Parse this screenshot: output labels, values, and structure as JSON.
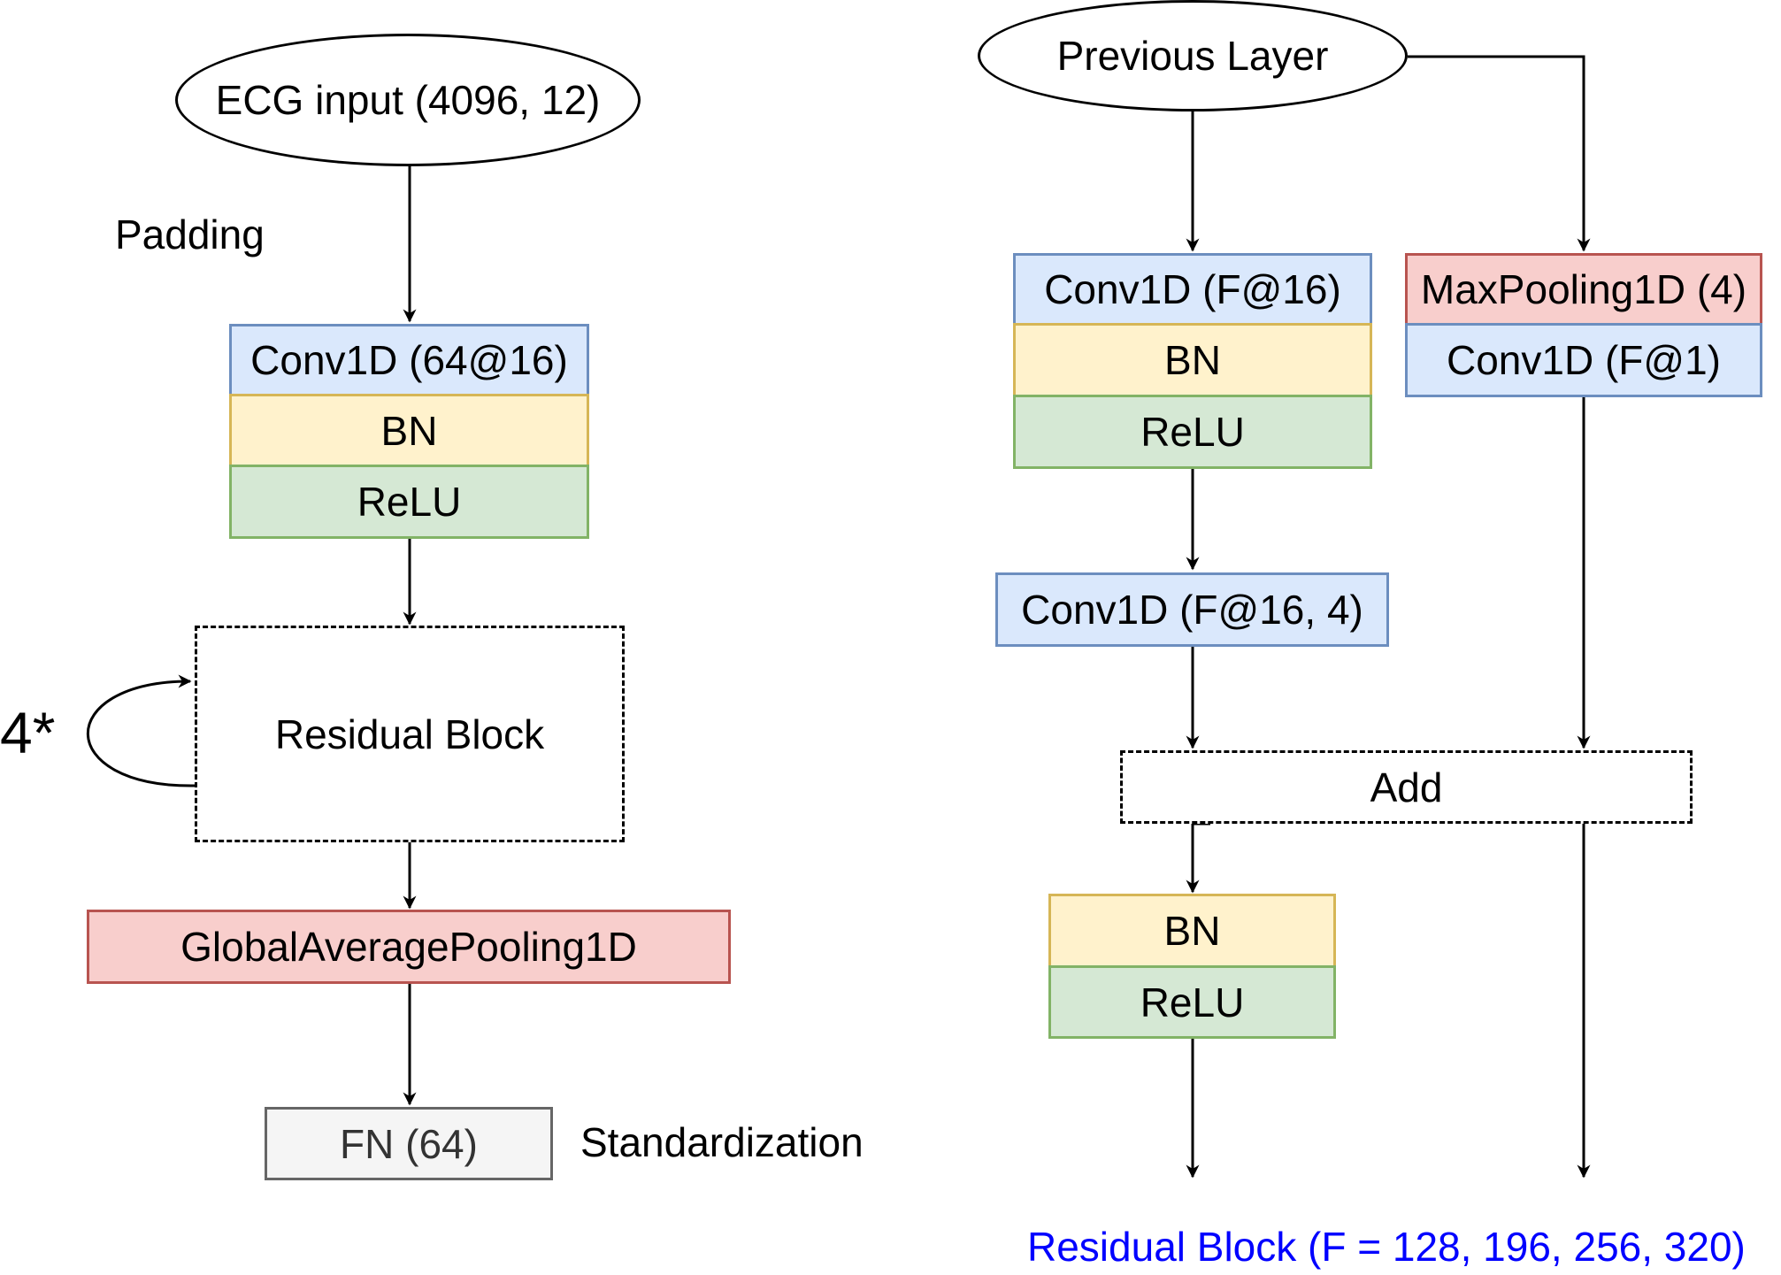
{
  "left": {
    "input": "ECG input (4096, 12)",
    "padding_label": "Padding",
    "conv": "Conv1D (64@16)",
    "bn": "BN",
    "relu": "ReLU",
    "residual_block": "Residual Block",
    "repeat_label": "4*",
    "pooling": "GlobalAveragePooling1D",
    "fn": "FN (64)",
    "standardization_label": "Standardization"
  },
  "right": {
    "previous_layer": "Previous Layer",
    "main_conv": "Conv1D (F@16)",
    "main_bn": "BN",
    "main_relu": "ReLU",
    "strided_conv": "Conv1D (F@16, 4)",
    "skip_pool": "MaxPooling1D (4)",
    "skip_conv": "Conv1D (F@1)",
    "add": "Add",
    "out_bn": "BN",
    "out_relu": "ReLU",
    "caption": "Residual Block (F = 128, 196, 256, 320)"
  },
  "colors": {
    "conv": "#dae8fc",
    "bn": "#fff2cc",
    "relu": "#d5e8d4",
    "pooling": "#f8cecc",
    "fn": "#f5f5f5",
    "caption": "#0000ff"
  }
}
